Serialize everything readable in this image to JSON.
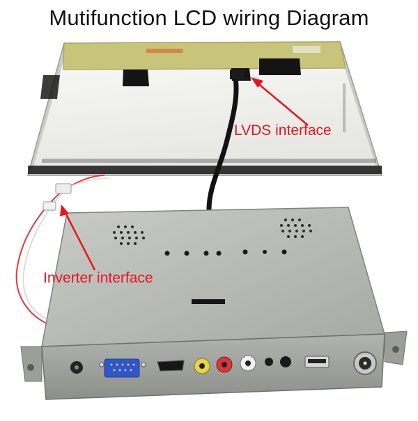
{
  "title": "Mutifunction LCD wiring Diagram",
  "labels": {
    "lvds": "LVDS interface",
    "inverter": "Inverter interface"
  },
  "colors": {
    "annotation": "#e8141e",
    "panel_frame": "#c9cbc6",
    "panel_screen": "#f4f4f1",
    "panel_pcb": "#c8c47a",
    "tape": "#141414",
    "box_metal": "#b8bab6",
    "vga_port": "#2f57c8"
  },
  "icons": [
    "speaker-grille-icon",
    "vga-port-icon",
    "hdmi-port-icon",
    "rca-jack-icon",
    "usb-port-icon",
    "tv-antenna-jack-icon"
  ]
}
